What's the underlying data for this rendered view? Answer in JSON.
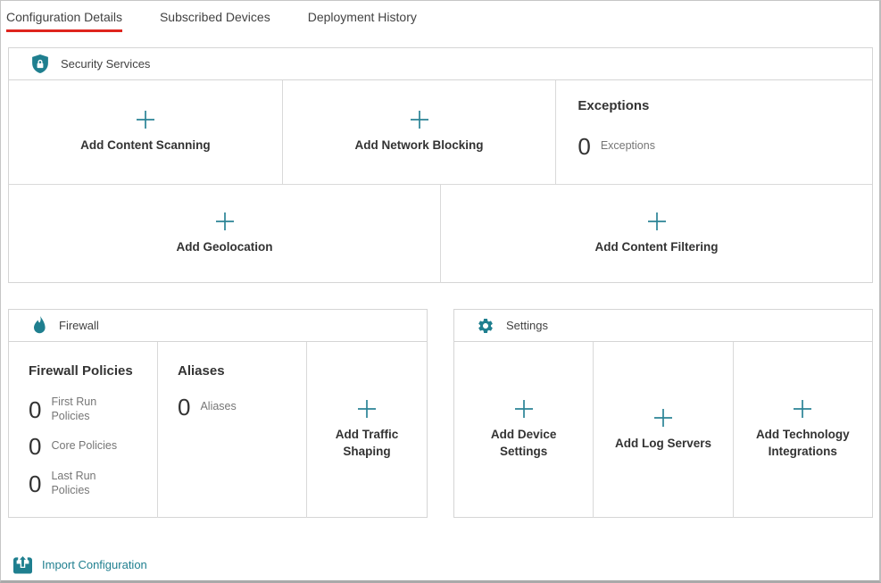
{
  "tabs": {
    "configuration_details": "Configuration Details",
    "subscribed_devices": "Subscribed Devices",
    "deployment_history": "Deployment History"
  },
  "panels": {
    "security_services": {
      "title": "Security Services",
      "add_content_scanning": "Add Content Scanning",
      "add_network_blocking": "Add Network Blocking",
      "exceptions": {
        "title": "Exceptions",
        "count": "0",
        "label": "Exceptions"
      },
      "add_geolocation": "Add Geolocation",
      "add_content_filtering": "Add Content Filtering"
    },
    "firewall": {
      "title": "Firewall",
      "firewall_policies": {
        "title": "Firewall Policies",
        "stats": [
          {
            "count": "0",
            "label": "First Run Policies"
          },
          {
            "count": "0",
            "label": "Core Policies"
          },
          {
            "count": "0",
            "label": "Last Run Policies"
          }
        ]
      },
      "aliases": {
        "title": "Aliases",
        "count": "0",
        "label": "Aliases"
      },
      "add_traffic_shaping": "Add Traffic Shaping"
    },
    "settings": {
      "title": "Settings",
      "add_device_settings": "Add Device Settings",
      "add_log_servers": "Add Log Servers",
      "add_technology_integrations": "Add Technology Integrations"
    }
  },
  "footer": {
    "import_configuration": "Import Configuration"
  },
  "colors": {
    "accent_teal": "#1f7f8f",
    "active_tab_red": "#df251e",
    "panel_border": "#d5d5d5",
    "heading_text": "#333333",
    "muted_text": "#767676"
  }
}
